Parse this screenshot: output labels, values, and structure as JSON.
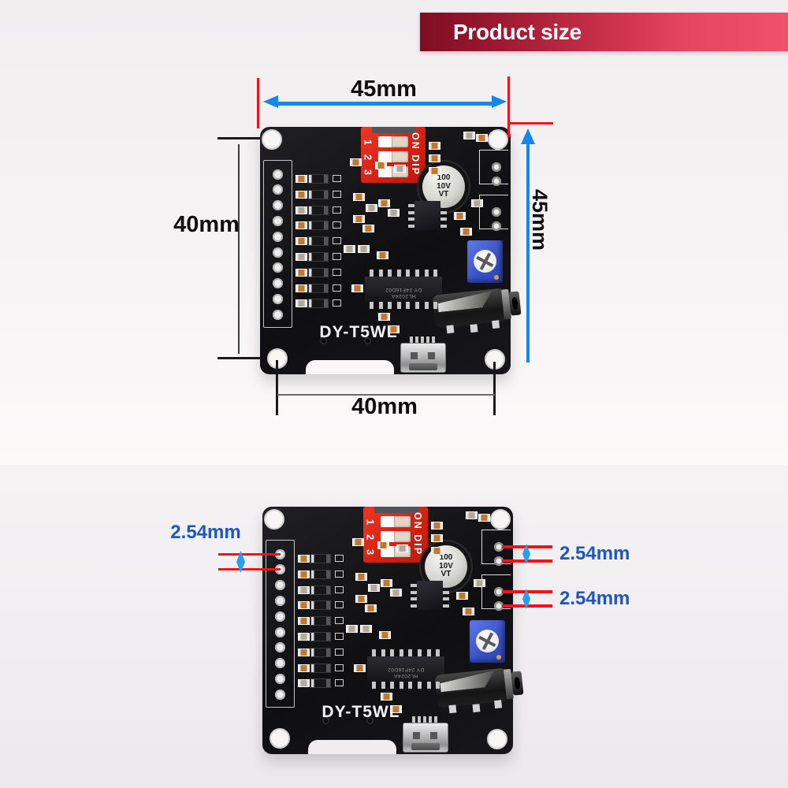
{
  "banner": {
    "title": "Product size",
    "gradient_left": "#7f0e22",
    "gradient_right": "#f0506a",
    "text_color": "#ffffff"
  },
  "board": {
    "model": "DY-T5WL",
    "dip_switch": {
      "on_label": "ON DIP",
      "positions": [
        "1",
        "2",
        "3"
      ]
    },
    "capacitor": {
      "lines": [
        "100",
        "10V",
        "VT"
      ]
    },
    "main_ic": {
      "line1": "HL2024A",
      "line2": "DY 24F16D02"
    }
  },
  "top_view": {
    "width_label": "45mm",
    "height_label": "45mm",
    "left_hole_pitch_label": "40mm",
    "bottom_hole_pitch_label": "40mm"
  },
  "bottom_view": {
    "left_pitch_label": "2.54mm",
    "right_pitch_label_1": "2.54mm",
    "right_pitch_label_2": "2.54mm"
  },
  "colors": {
    "dimension_arrow_blue": "#1487ec",
    "pitch_text_blue": "#1d55c4",
    "marker_red": "#f2121b",
    "dimension_text_black": "#0e0e0e",
    "pcb_black": "#121214",
    "dip_red": "#d42113",
    "trimmer_blue": "#3850c4"
  }
}
